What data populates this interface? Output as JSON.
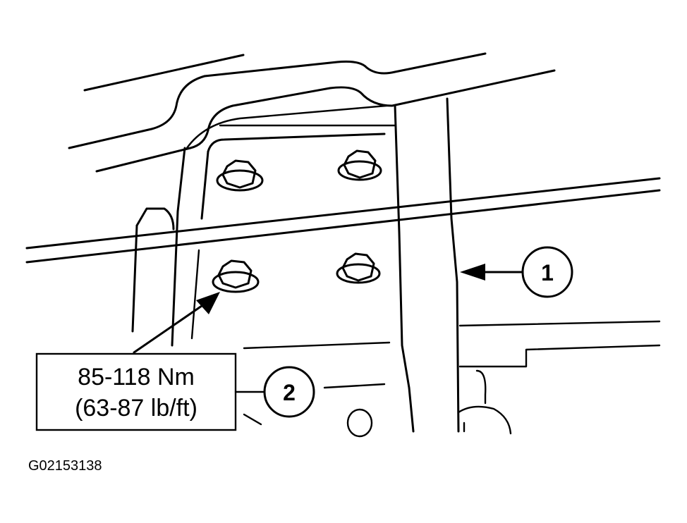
{
  "diagram": {
    "callouts": [
      {
        "label": "1"
      },
      {
        "label": "2"
      }
    ],
    "torque_spec": {
      "line1": "85-118 Nm",
      "line2": "(63-87 lb/ft)"
    },
    "figure_id": "G02153138",
    "colors": {
      "ink": "#000000",
      "paper": "#ffffff"
    }
  }
}
